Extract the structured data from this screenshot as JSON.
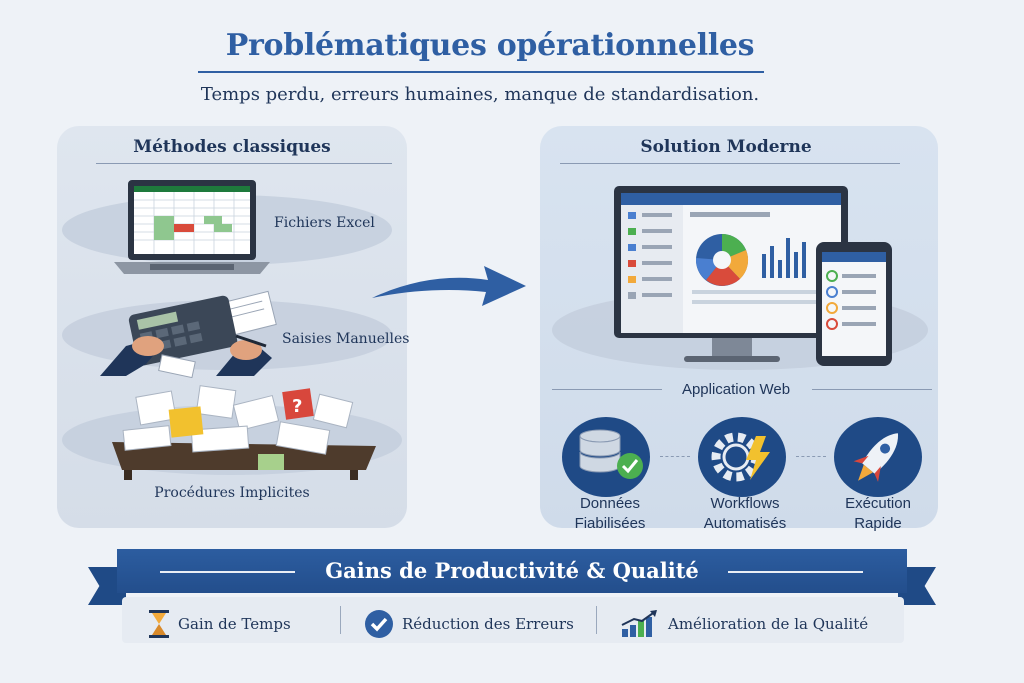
{
  "header": {
    "title": "Problématiques opérationnelles",
    "subtitle": "Temps perdu, erreurs humaines, manque de standardisation."
  },
  "left_panel": {
    "title": "Méthodes classiques",
    "items": [
      {
        "label": "Fichiers Excel",
        "icon": "laptop-spreadsheet-icon"
      },
      {
        "label": "Saisies Manuelles",
        "icon": "calculator-hands-icon"
      },
      {
        "label": "Procédures Implicites",
        "icon": "messy-papers-icon"
      }
    ]
  },
  "right_panel": {
    "title": "Solution Moderne",
    "app_label": "Application Web",
    "features": [
      {
        "line1": "Données",
        "line2": "Fiabilisées",
        "icon": "database-check-icon"
      },
      {
        "line1": "Workflows",
        "line2": "Automatisés",
        "icon": "gear-lightning-icon"
      },
      {
        "line1": "Exécution",
        "line2": "Rapide",
        "icon": "rocket-icon"
      }
    ]
  },
  "banner": {
    "title": "Gains de Productivité & Qualité",
    "items": [
      {
        "label": "Gain de Temps",
        "icon": "hourglass-icon"
      },
      {
        "label": "Réduction des Erreurs",
        "icon": "checkmark-circle-icon"
      },
      {
        "label": "Amélioration de la Qualité",
        "icon": "growth-chart-icon"
      }
    ]
  },
  "colors": {
    "primary": "#2f5fa3",
    "dark_navy": "#1f3559",
    "banner": "#2c5da0",
    "background": "#eef2f7"
  }
}
